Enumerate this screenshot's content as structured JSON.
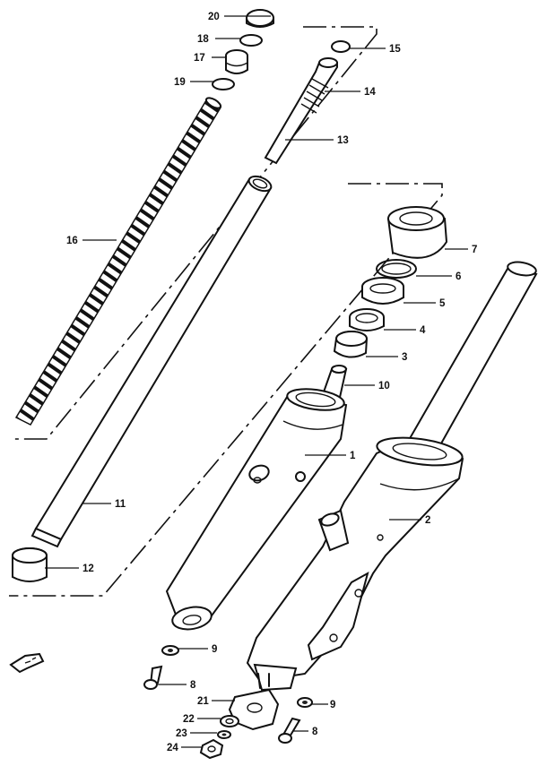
{
  "callouts": {
    "c1": "1",
    "c2": "2",
    "c3": "3",
    "c4": "4",
    "c5": "5",
    "c6": "6",
    "c7": "7",
    "c8a": "8",
    "c8b": "8",
    "c9a": "9",
    "c9b": "9",
    "c10": "10",
    "c11": "11",
    "c12": "12",
    "c13": "13",
    "c14": "14",
    "c15": "15",
    "c16": "16",
    "c17": "17",
    "c18": "18",
    "c19": "19",
    "c20": "20",
    "c21": "21",
    "c22": "22",
    "c23": "23",
    "c24": "24"
  },
  "colors": {
    "ink": "#111111",
    "paper": "#ffffff"
  }
}
